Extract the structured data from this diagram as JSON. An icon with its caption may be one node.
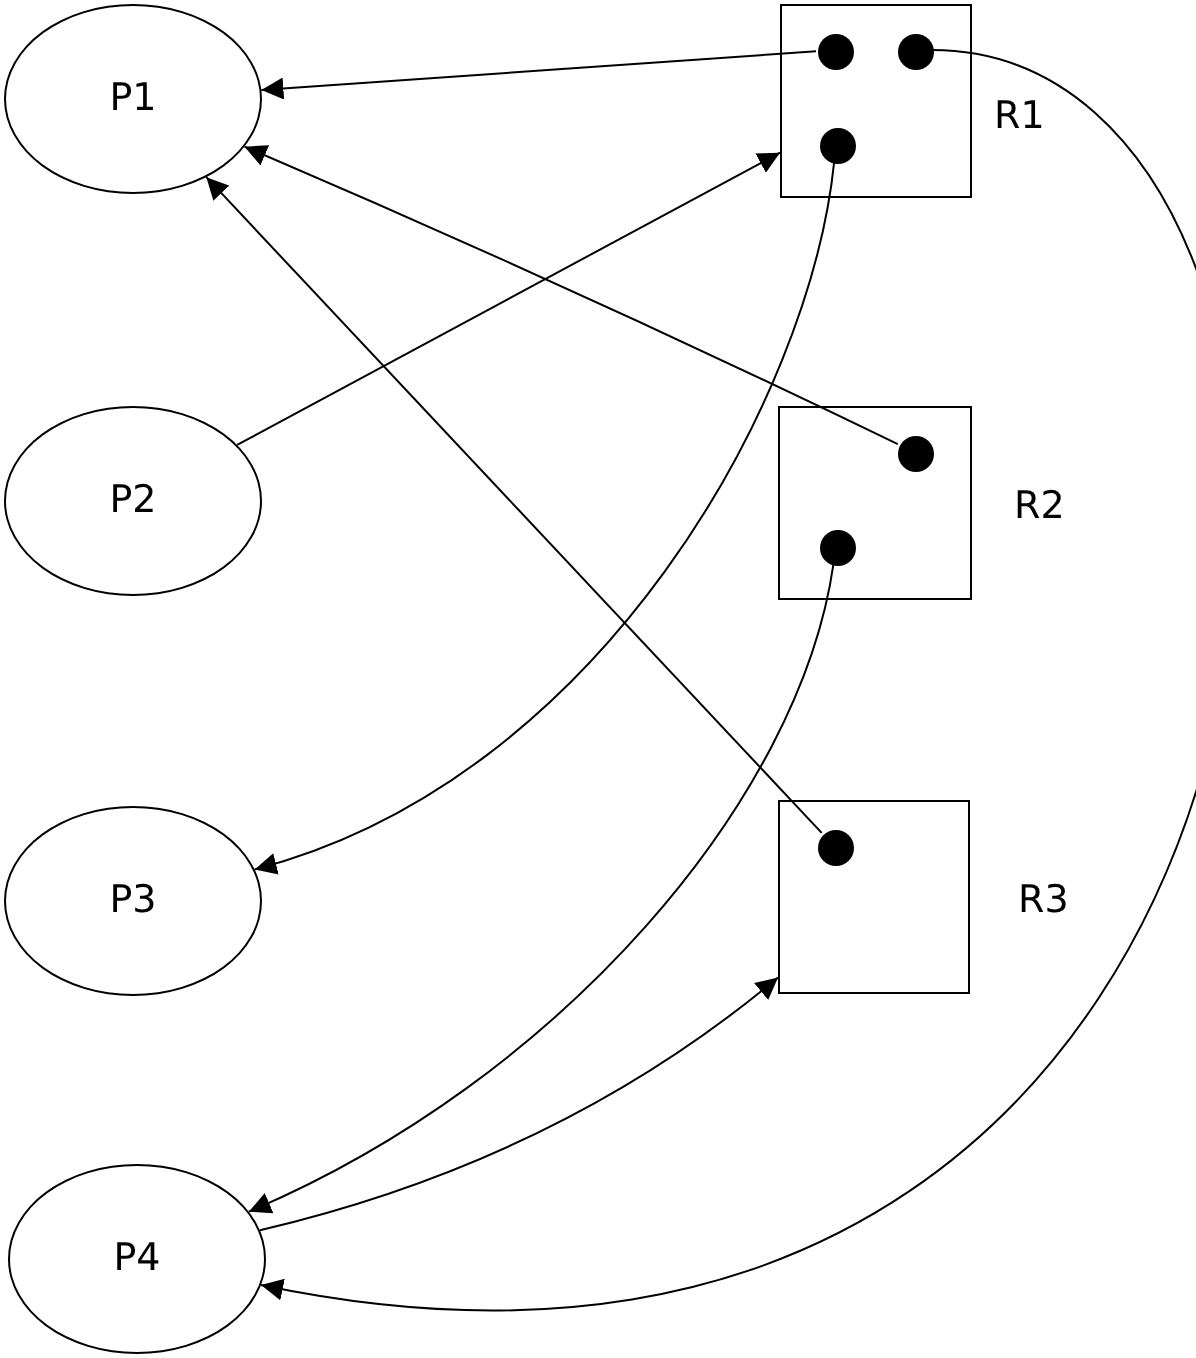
{
  "diagram": {
    "nodes": [
      {
        "text": [
          "P1"
        ]
      },
      {
        "text": [],
        "shape": "box",
        "beside": [
          "R1"
        ]
      },
      {
        "text": [],
        "shape": "circle",
        "in": 1
      },
      {
        "text": [],
        "shape": "circle",
        "in": 1
      },
      {
        "text": [],
        "shape": "circle",
        "in": 1
      },
      {
        "text": [
          "P2"
        ]
      },
      {
        "text": [],
        "shape": "box",
        "beside": [
          "R2"
        ]
      },
      {
        "text": [],
        "shape": "circle",
        "in": 6
      },
      {
        "text": [],
        "shape": "circle",
        "in": 6
      },
      {
        "text": [
          "P3"
        ]
      },
      {
        "text": [],
        "shape": "box",
        "beside": [
          "R3"
        ]
      },
      {
        "text": [],
        "shape": "circle",
        "in": 10
      },
      {
        "text": [
          "P4"
        ]
      }
    ],
    "edges": [
      {
        "from": 2,
        "to": 0,
        "arrow": "to"
      },
      {
        "from": 5,
        "to": 1,
        "arrow": "to"
      },
      {
        "from": 4,
        "to": 9,
        "arrow": "to"
      },
      {
        "from": 7,
        "to": 0,
        "arrow": "to"
      },
      {
        "from": 11,
        "to": 0,
        "arrow": "to"
      },
      {
        "from": 8,
        "to": 12,
        "arrow": "to"
      },
      {
        "from": 12,
        "to": 10,
        "arrow": "to"
      },
      {
        "from": 3,
        "to": 12,
        "arrow": "to"
      }
    ]
  }
}
